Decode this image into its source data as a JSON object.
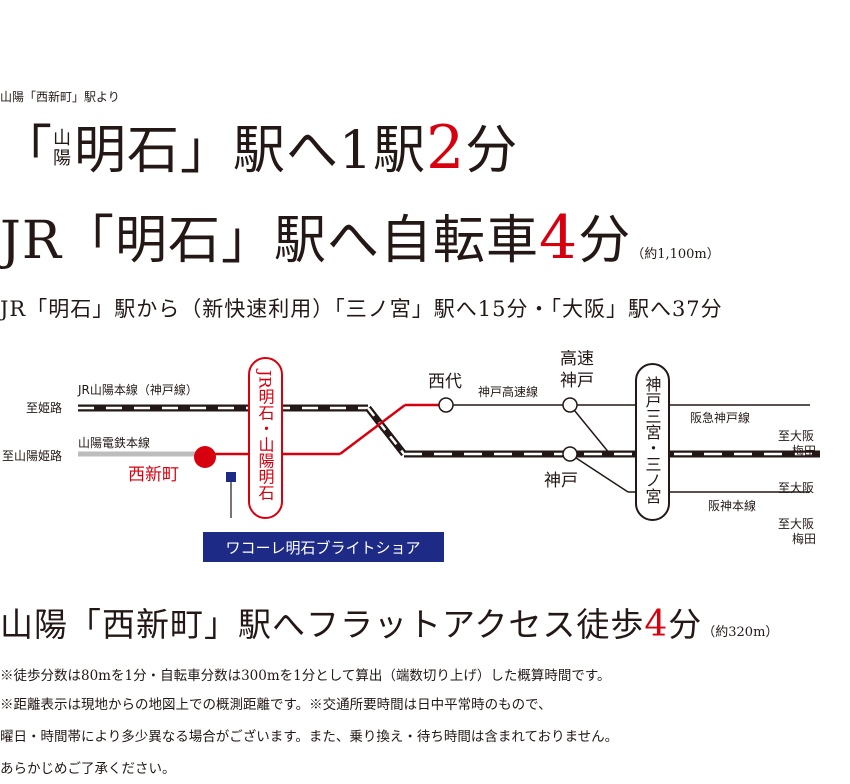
{
  "header": {
    "caption": "山陽「西新町」駅より",
    "line1_open": "「",
    "line1_ruby_top": "山",
    "line1_ruby_bottom": "陽",
    "line1_text": "明石」駅へ1駅",
    "line1_number": "2",
    "line1_unit": "分",
    "line2_text": "JR「明石」駅へ自転車",
    "line2_number": "4",
    "line2_unit": "分",
    "line2_note": "（約1,100m）",
    "subline": "JR「明石」駅から（新快速利用）「三ノ宮」駅へ15分・「大阪」駅へ37分"
  },
  "map": {
    "jr_line_label": "JR山陽本線（神戸線）",
    "to_himeji": "至姫路",
    "sanyo_line_label": "山陽電鉄本線",
    "to_sanyo_himeji": "至山陽姫路",
    "station_nishishinmachi": "西新町",
    "station_akashi_vertical": "JR明石・山陽明石",
    "station_nishidai": "西代",
    "kobe_kosoku_label": "神戸高速線",
    "station_kosoku_kobe": "高速神戸",
    "station_kobe": "神戸",
    "station_sannomiya_vertical": "神戸三宮・三ノ宮",
    "hankyu_label": "阪急神戸線",
    "hanshin_label": "阪神本線",
    "to_osaka_umeda_1_top": "至大阪",
    "to_osaka_umeda_1_bottom": "梅田",
    "to_osaka": "至大阪",
    "to_osaka_umeda_2_top": "至大阪",
    "to_osaka_umeda_2_bottom": "梅田",
    "property_label": "ワコーレ明石ブライトショア"
  },
  "walk": {
    "text": "山陽「西新町」駅へフラットアクセス徒歩",
    "number": "4",
    "unit": "分",
    "note": "（約320m）"
  },
  "footnotes": {
    "line1": "※徒歩分数は80mを1分・自転車分数は300mを1分として算出（端数切り上げ）した概算時間です。",
    "line2": "※距離表示は現地からの地図上での概測距離です。※交通所要時間は日中平常時のもので、",
    "line3": "曜日・時間帯により多少異なる場合がございます。また、乗り換え・待ち時間は含まれておりません。",
    "line4": "あらかじめご了承ください。"
  },
  "colors": {
    "red": "#d7000f",
    "navy": "#1d2b86",
    "black": "#231815",
    "gray_stripe": "#bdbdbd"
  }
}
